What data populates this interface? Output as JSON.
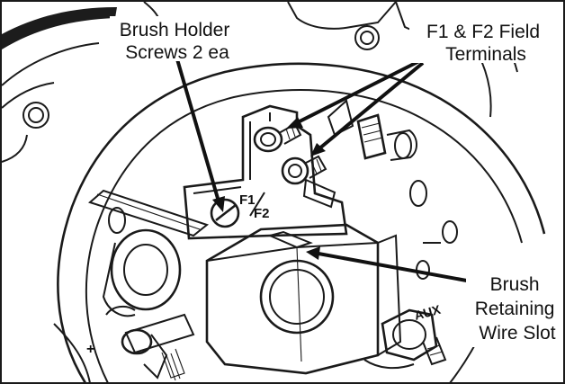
{
  "labels": {
    "brush_holder_screws_line1": "Brush Holder",
    "brush_holder_screws_line2": "Screws 2 ea",
    "field_terminals_line1": "F1 & F2 Field",
    "field_terminals_line2": "Terminals",
    "retaining_slot_line1": "Brush",
    "retaining_slot_line2": "Retaining",
    "retaining_slot_line3": "Wire Slot"
  },
  "part_markings": {
    "f1": "F1",
    "f2": "F2",
    "aux": "AUX",
    "plus": "+"
  },
  "colors": {
    "line": "#1a1a1a",
    "background": "#ffffff",
    "dark_cable": "#1c1c1c"
  }
}
